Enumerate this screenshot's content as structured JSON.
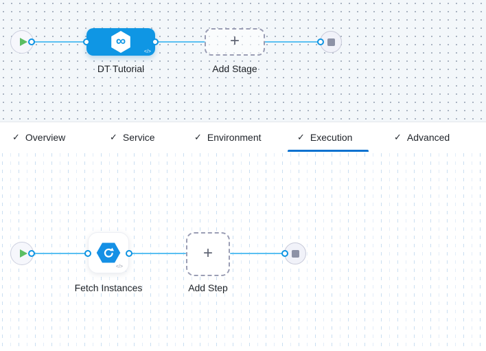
{
  "stage_panel": {
    "stage_node": {
      "label": "DT Tutorial",
      "icon_glyph": "∞",
      "code_badge": "</>"
    },
    "add_stage": {
      "label": "Add Stage",
      "plus": "+"
    }
  },
  "tab_bar": {
    "check_glyph": "✓",
    "active_tab": "Execution",
    "tabs": [
      {
        "label": "Overview",
        "checked": true
      },
      {
        "label": "Service",
        "checked": true
      },
      {
        "label": "Environment",
        "checked": true
      },
      {
        "label": "Execution",
        "checked": true,
        "active": true
      },
      {
        "label": "Advanced",
        "checked": true
      }
    ]
  },
  "execution_panel": {
    "step_node": {
      "label": "Fetch Instances",
      "code_badge": "</>"
    },
    "add_step": {
      "label": "Add Step",
      "plus": "+"
    }
  },
  "colors": {
    "node_blue": "#0f96e4",
    "step_icon_blue": "#1590e5",
    "connector_line_blue": "#5ac0f2",
    "active_tab_underline": "#0b72d0",
    "play_green": "#5cbe63",
    "stop_gray": "#8d92a6",
    "top_canvas_bg": "#f3f7fa",
    "dashed_border_gray": "#9a9db4"
  }
}
